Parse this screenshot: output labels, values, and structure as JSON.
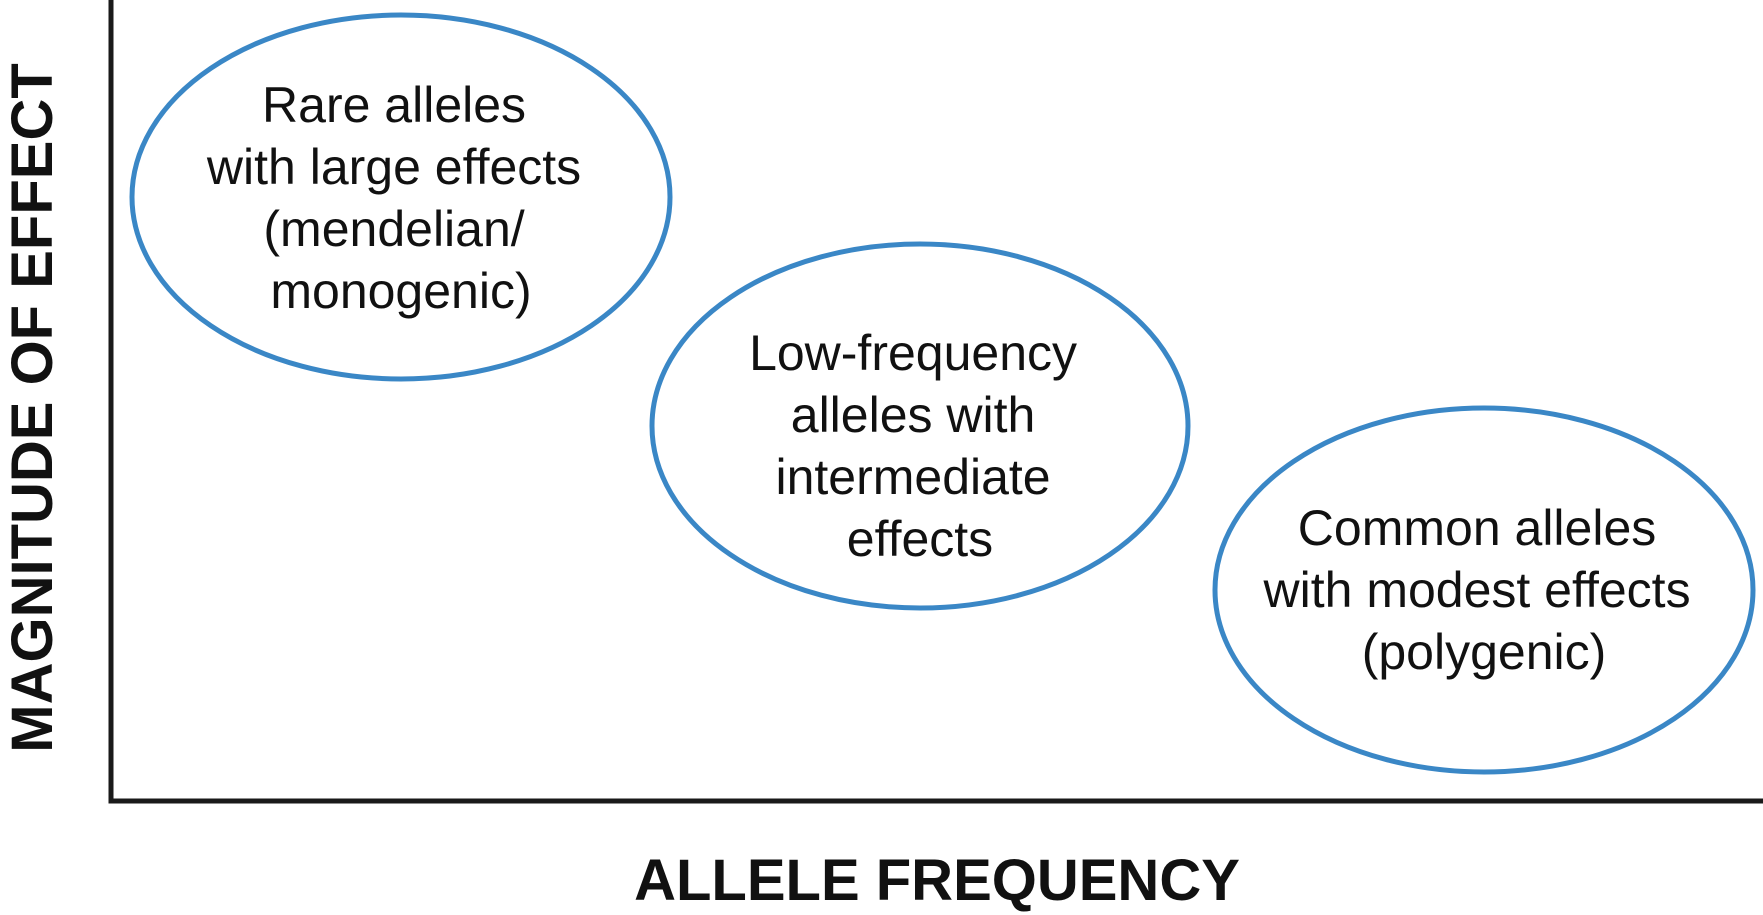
{
  "colors": {
    "ellipse_stroke": "#3a87c6",
    "axis": "#1a1a1a",
    "text": "#111111"
  },
  "axes": {
    "x_label": "ALLELE FREQUENCY",
    "y_label": "MAGNITUDE OF EFFECT"
  },
  "groups": [
    {
      "id": "rare",
      "lines": [
        "Rare alleles",
        "with large effects",
        "(mendelian/",
        "monogenic)"
      ]
    },
    {
      "id": "low-frequency",
      "lines": [
        "Low-frequency",
        "alleles with",
        "intermediate",
        "effects"
      ]
    },
    {
      "id": "common",
      "lines": [
        "Common alleles",
        "with modest effects",
        "(polygenic)"
      ]
    }
  ]
}
